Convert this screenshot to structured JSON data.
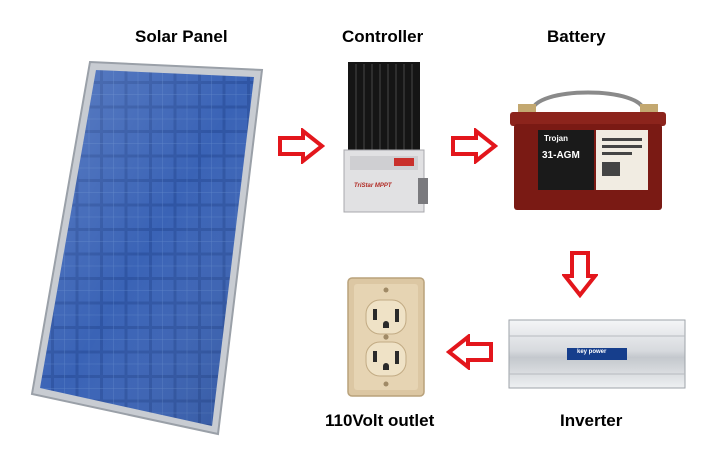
{
  "labels": {
    "solar_panel": "Solar Panel",
    "controller": "Controller",
    "battery": "Battery",
    "inverter": "Inverter",
    "outlet": "110Volt outlet"
  },
  "battery_markings": {
    "brand": "Trojan",
    "model": "31-AGM"
  },
  "controller_markings": {
    "brand": "TriStar MPPT"
  },
  "inverter_markings": {
    "badge": "key power"
  },
  "colors": {
    "arrow_outline": "#e3161c",
    "panel_cell": "#2f55a4",
    "battery_case": "#7a1a14",
    "controller_fin": "#151515",
    "outlet_plate": "#dcc7a3"
  },
  "flow": [
    {
      "from": "solar_panel",
      "to": "controller",
      "arrow": "right-arrow-icon"
    },
    {
      "from": "controller",
      "to": "battery",
      "arrow": "right-arrow-icon"
    },
    {
      "from": "battery",
      "to": "inverter",
      "arrow": "down-arrow-icon"
    },
    {
      "from": "inverter",
      "to": "outlet",
      "arrow": "left-arrow-icon"
    }
  ]
}
